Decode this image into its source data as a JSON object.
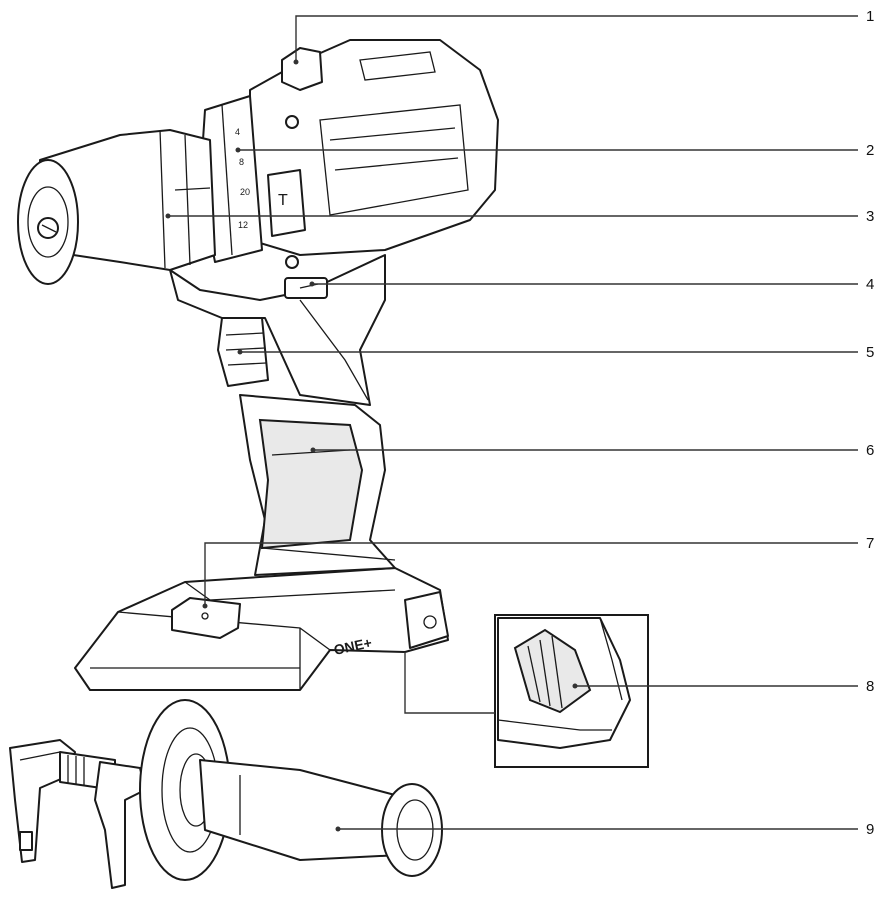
{
  "figure": {
    "brand_mark": "ONE+",
    "callouts": [
      {
        "id": 1,
        "label": "1"
      },
      {
        "id": 2,
        "label": "2"
      },
      {
        "id": 3,
        "label": "3"
      },
      {
        "id": 4,
        "label": "4"
      },
      {
        "id": 5,
        "label": "5"
      },
      {
        "id": 6,
        "label": "6"
      },
      {
        "id": 7,
        "label": "7"
      },
      {
        "id": 8,
        "label": "8"
      },
      {
        "id": 9,
        "label": "9"
      }
    ]
  }
}
